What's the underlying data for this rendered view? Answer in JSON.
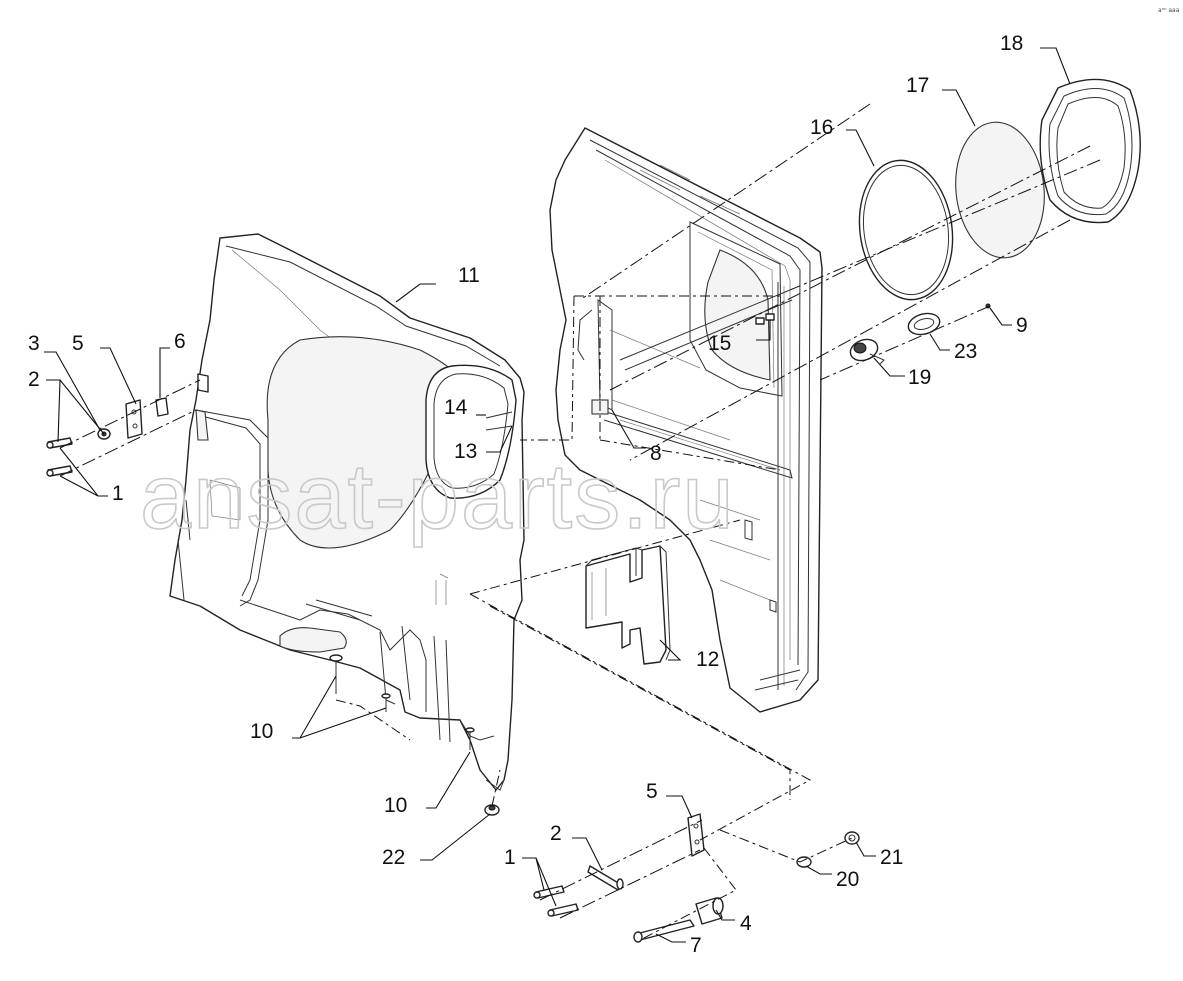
{
  "corner_code": "aⁿⁿ aaa",
  "watermark": "ansat-parts.ru",
  "callouts": {
    "p1a": "1",
    "p1b": "1",
    "p2a": "2",
    "p2b": "2",
    "p3": "3",
    "p4": "4",
    "p5a": "5",
    "p5b": "5",
    "p6": "6",
    "p7": "7",
    "p8": "8",
    "p9": "9",
    "p10a": "10",
    "p10b": "10",
    "p11": "11",
    "p12": "12",
    "p13": "13",
    "p14": "14",
    "p15": "15",
    "p16": "16",
    "p17": "17",
    "p18": "18",
    "p19": "19",
    "p20": "20",
    "p21": "21",
    "p22": "22",
    "p23": "23"
  }
}
